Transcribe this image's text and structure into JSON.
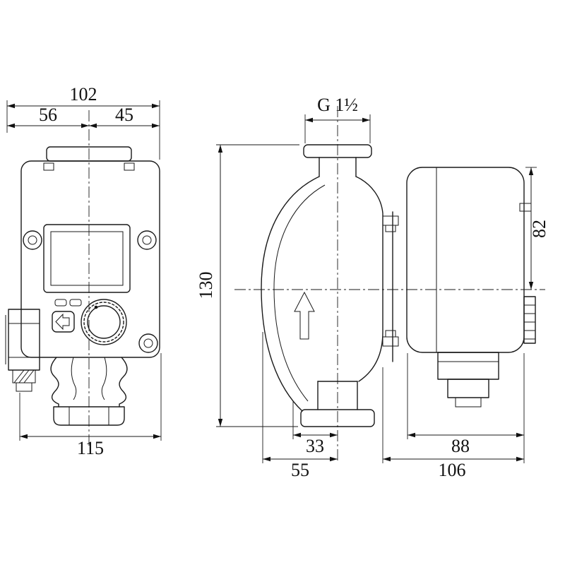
{
  "drawing": {
    "front_view": {
      "overall_width": "102",
      "width_left_of_center": "56",
      "width_right_of_center": "45",
      "base_width": "115"
    },
    "side_view": {
      "pipe_connection": "G 1½",
      "overall_height": "130",
      "motor_height": "82",
      "bottom_offset_small": "33",
      "motor_depth": "88",
      "front_offset": "55",
      "total_depth": "106"
    }
  }
}
